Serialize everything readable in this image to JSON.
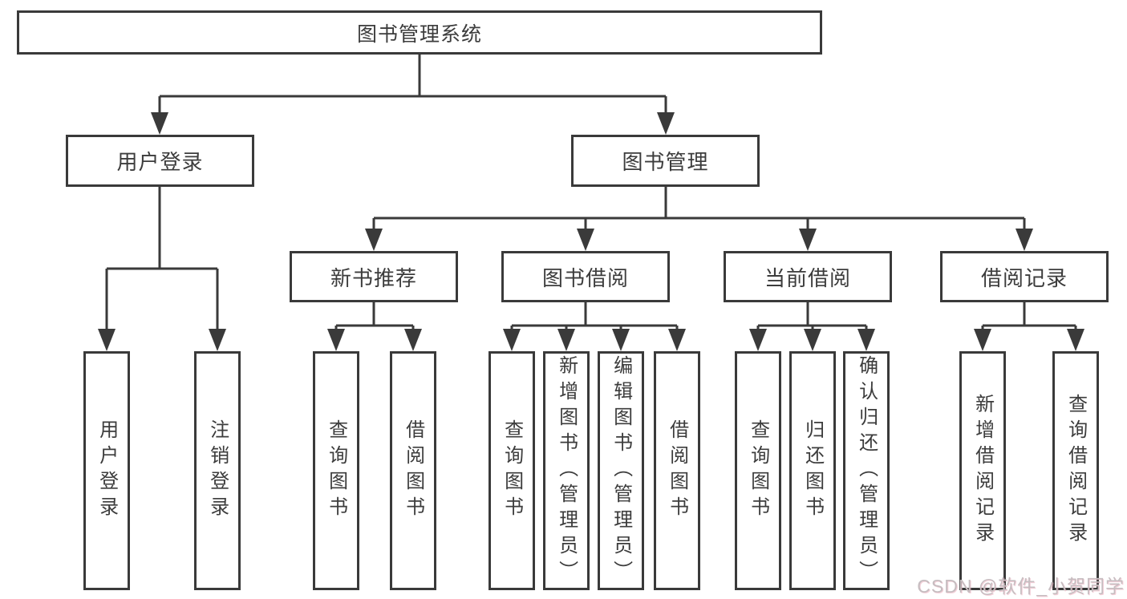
{
  "colors": {
    "line": "#3a3a3a",
    "text": "#3c3c3c",
    "box_fill": "#ffffff",
    "watermark": "#c6bdc0"
  },
  "watermark": {
    "text": "CSDN @软件_小贺同学"
  },
  "tree": {
    "root": {
      "label": "图书管理系统",
      "children": [
        {
          "label": "用户登录",
          "children": [
            {
              "label": "用户登录"
            },
            {
              "label": "注销登录"
            }
          ]
        },
        {
          "label": "图书管理",
          "children": [
            {
              "label": "新书推荐",
              "children": [
                {
                  "label": "查询图书"
                },
                {
                  "label": "借阅图书"
                }
              ]
            },
            {
              "label": "图书借阅",
              "children": [
                {
                  "label": "查询图书"
                },
                {
                  "label": "新增图书（管理员）"
                },
                {
                  "label": "编辑图书（管理员）"
                },
                {
                  "label": "借阅图书"
                }
              ]
            },
            {
              "label": "当前借阅",
              "children": [
                {
                  "label": "查询图书"
                },
                {
                  "label": "归还图书"
                },
                {
                  "label": "确认归还（管理员）"
                }
              ]
            },
            {
              "label": "借阅记录",
              "children": [
                {
                  "label": "新增借阅记录"
                },
                {
                  "label": "查询借阅记录"
                }
              ]
            }
          ]
        }
      ]
    }
  }
}
